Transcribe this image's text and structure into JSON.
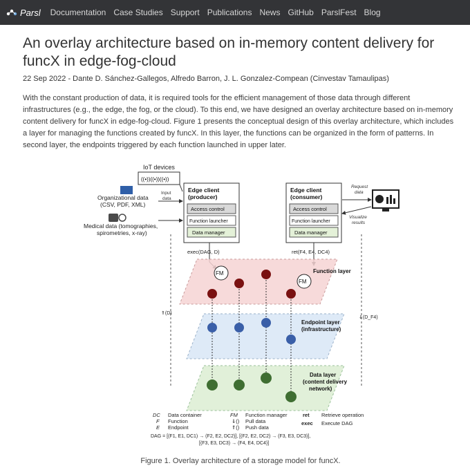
{
  "nav": {
    "logo_text": "Parsl",
    "links": [
      "Documentation",
      "Case Studies",
      "Support",
      "Publications",
      "News",
      "GitHub",
      "ParslFest",
      "Blog"
    ]
  },
  "article": {
    "title": "An overlay architecture based on in-memory content delivery for funcX in edge-fog-cloud",
    "meta": "22 Sep 2022 - Dante D. Sánchez-Gallegos, Alfredo Barron, J. L. Gonzalez-Compean (Cinvestav Tamaulipas)",
    "abstract": "With the constant production of data, it is required tools for the efficient management of those data through different infrastructures (e.g., the edge, the fog, or the cloud). To this end, we have designed an overlay architecture based on in-memory content delivery for funcX in edge-fog-cloud. Figure 1 presents the conceptual design of this overlay architecture, which includes a layer for managing the functions created by funcX. In this layer, the functions can be organized in the form of patterns. In second layer, the endpoints triggered by each function launched in upper later.",
    "caption": "Figure 1. Overlay architecture of a storage model for funcX."
  },
  "figure": {
    "iot_devices": "IoT devices",
    "org_data_1": "Organizational data",
    "org_data_2": "(CSV, PDF, XML)",
    "input_data_1": "Input",
    "input_data_2": "data",
    "medical_1": "Medical data (tomographies,",
    "medical_2": "spirometries, x-ray)",
    "edge_producer_1": "Edge client",
    "edge_producer_2": "(producer)",
    "edge_consumer_1": "Edge client",
    "edge_consumer_2": "(consumer)",
    "access_control": "Access control",
    "function_launcher": "Function launcher",
    "data_manager": "Data manager",
    "request_data_1": "Request",
    "request_data_2": "data",
    "visualize_1": "Visualize",
    "visualize_2": "results",
    "exec_label": "exec(DAG, D)",
    "ret_label": "ret(F4, E4, DC4)",
    "function_layer": "Function layer",
    "endpoint_layer_1": "Endpoint layer",
    "endpoint_layer_2": "(infrastructure)",
    "data_layer_1": "Data layer",
    "data_layer_2": "(content delivery",
    "data_layer_3": "network)",
    "up_d": "⇑(D)",
    "down_dx": "⇓(D_F4)",
    "fm": "FM",
    "legend": {
      "dc_sym": "DC",
      "dc_txt": "Data container",
      "f_sym": "F",
      "f_txt": "Function",
      "e_sym": "E",
      "e_txt": "Endpoint",
      "fm_sym": "FM",
      "fm_txt": "Function manager",
      "pull_sym": "⇓()",
      "pull_txt": "Pull data",
      "push_sym": "⇑()",
      "push_txt": "Push data",
      "ret_sym": "ret",
      "ret_txt": "Retrieve operation",
      "exec_sym": "exec",
      "exec_txt": "Execute DAG"
    },
    "dag_line1": "DAG = [(F1, E1, DC1) → (F2, E2, DC2)], [(F2, E2, DC2) → (F3, E3, DC3)],",
    "dag_line2": "[(F3, E3, DC3) → (F4, E4, DC4)]"
  }
}
